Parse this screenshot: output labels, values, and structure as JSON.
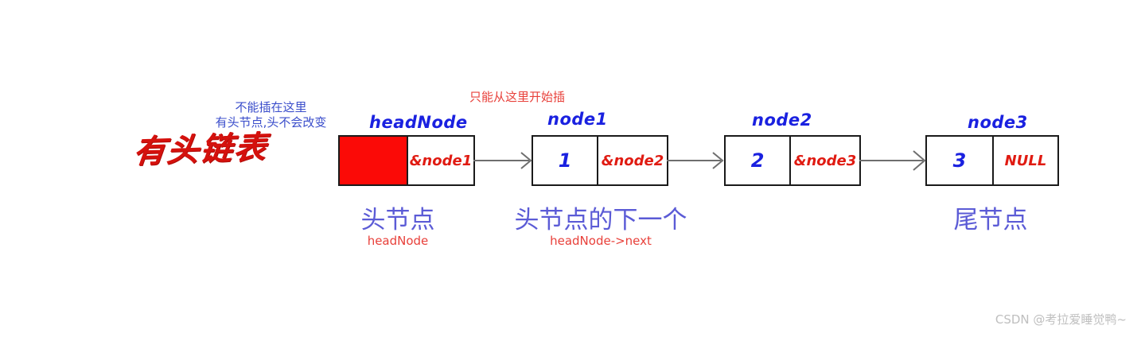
{
  "diagram": {
    "title": "有头链表",
    "annotations": [
      {
        "id": "no-insert-here",
        "line1": "不能插在这里",
        "line2": "有头节点,头不会改变",
        "color": "#3b4ecb"
      },
      {
        "id": "insert-from-here",
        "text": "只能从这里开始插",
        "color": "#e8403a"
      }
    ],
    "nodes": [
      {
        "name": "headNode",
        "data": "",
        "pointer": "&node1",
        "data_is_red_block": true
      },
      {
        "name": "node1",
        "data": "1",
        "pointer": "&node2",
        "data_is_red_block": false
      },
      {
        "name": "node2",
        "data": "2",
        "pointer": "&node3",
        "data_is_red_block": false
      },
      {
        "name": "node3",
        "data": "3",
        "pointer": "NULL",
        "data_is_red_block": false
      }
    ],
    "captions": [
      {
        "cn": "头节点",
        "en": "headNode"
      },
      {
        "cn": "头节点的下一个",
        "en": "headNode->next"
      },
      {
        "cn": "尾节点",
        "en": ""
      }
    ],
    "arrows": [
      {
        "id": "arrow-head-to-node1",
        "from": "headNode",
        "to": "node1"
      },
      {
        "id": "arrow-node1-to-node2",
        "from": "node1",
        "to": "node2"
      },
      {
        "id": "arrow-node2-to-node3",
        "from": "node2",
        "to": "node3"
      }
    ],
    "colors": {
      "node_name": "#1a21e0",
      "data_value": "#1a21e0",
      "pointer_value": "#e01b12",
      "red_block": "#fb0a07",
      "box_border": "#1a1a1a",
      "arrow": "#6e6e6e",
      "caption_cn": "#5b5bd6",
      "caption_en": "#e8403a",
      "title": "#d5110d"
    }
  },
  "watermark": "CSDN @考拉爱睡觉鸭~"
}
